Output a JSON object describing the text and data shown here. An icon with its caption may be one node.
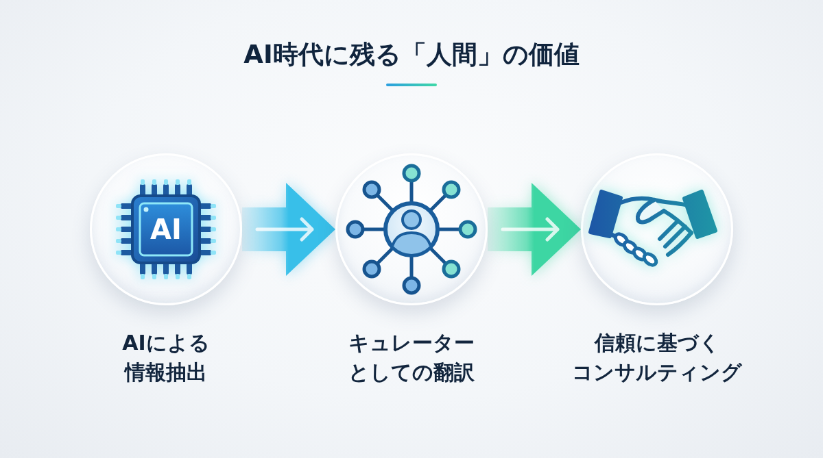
{
  "diagram": {
    "title": "AI時代に残る「人間」の価値",
    "nodes": [
      {
        "text": [
          "AIによる情報抽出"
        ]
      },
      {
        "text": [
          "キュレーターとしての翻訳"
        ]
      },
      {
        "text": [
          "信頼に基づくコンサルティング"
        ]
      }
    ],
    "edges": [
      {
        "from": 0,
        "to": 1,
        "arrow": "to",
        "color": "#38bfe9"
      },
      {
        "from": 1,
        "to": 2,
        "arrow": "to",
        "color": "#3dd6a3"
      }
    ],
    "labels": [
      "AI"
    ]
  }
}
